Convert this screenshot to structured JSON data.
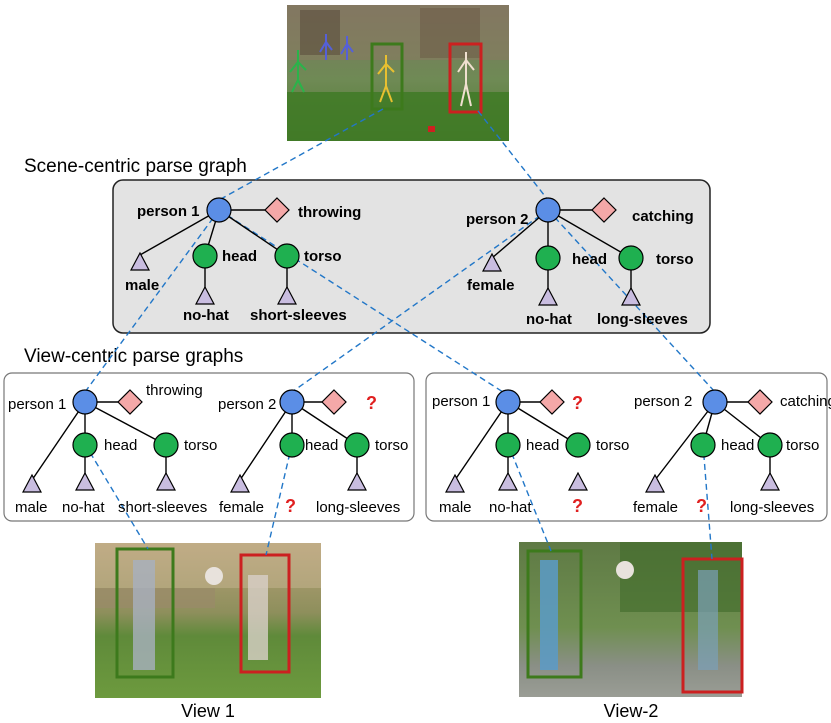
{
  "headings": {
    "scene": "Scene-centric parse graph",
    "view": "View-centric parse graphs"
  },
  "scene_graph": {
    "person1": {
      "name": "person 1",
      "action": "throwing",
      "head": "head",
      "torso": "torso",
      "gender": "male",
      "hat": "no-hat",
      "sleeves": "short-sleeves"
    },
    "person2": {
      "name": "person 2",
      "action": "catching",
      "head": "head",
      "torso": "torso",
      "gender": "female",
      "hat": "no-hat",
      "sleeves": "long-sleeves"
    }
  },
  "view1_graph": {
    "person1": {
      "name": "person 1",
      "action": "throwing",
      "head": "head",
      "torso": "torso",
      "gender": "male",
      "hat": "no-hat",
      "sleeves": "short-sleeves"
    },
    "person2": {
      "name": "person 2",
      "action": "?",
      "head": "head",
      "torso": "torso",
      "gender": "female",
      "hat": "?",
      "sleeves": "long-sleeves"
    }
  },
  "view2_graph": {
    "person1": {
      "name": "person 1",
      "action": "?",
      "head": "head",
      "torso": "torso",
      "gender": "male",
      "hat": "no-hat",
      "sleeves": "?"
    },
    "person2": {
      "name": "person 2",
      "action": "catching",
      "head": "head",
      "torso": "torso",
      "gender": "female",
      "hat": "?",
      "sleeves": "long-sleeves"
    }
  },
  "captions": {
    "view1": "View 1",
    "view2": "View-2"
  },
  "colors": {
    "person_node": "#5b8ee6",
    "part_node": "#1fb050",
    "attribute_node": "#c9bde0",
    "action_node": "#f4a8a8",
    "missing_mark": "#e02020",
    "link_dash": "#2277c8",
    "box_person1": "#3d7a1c",
    "box_person2": "#cc2020",
    "scene_panel_fill": "#e3e3e3"
  }
}
